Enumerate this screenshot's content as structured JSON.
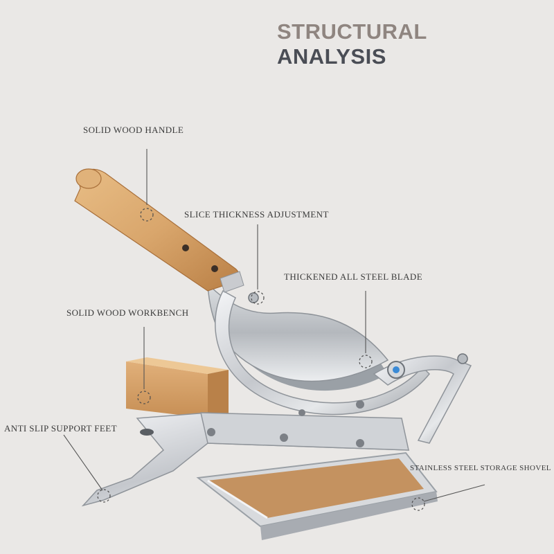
{
  "title": {
    "part1": "STRUCTURAL ",
    "part2": "ANALYSIS"
  },
  "labels": {
    "handle": "SOLID WOOD HANDLE",
    "thickness": "SLICE THICKNESS ADJUSTMENT",
    "blade": "THICKENED ALL STEEL BLADE",
    "workbench": "SOLID WOOD WORKBENCH",
    "feet": "ANTI SLIP SUPPORT FEET",
    "shovel": "STAINLESS STEEL STORAGE SHOVEL"
  },
  "colors": {
    "background": "#eae8e6",
    "wood": "#d9a66c",
    "steel": "#c9cbcf",
    "title_light": "#8f8580",
    "title_dark": "#4a4d55"
  }
}
